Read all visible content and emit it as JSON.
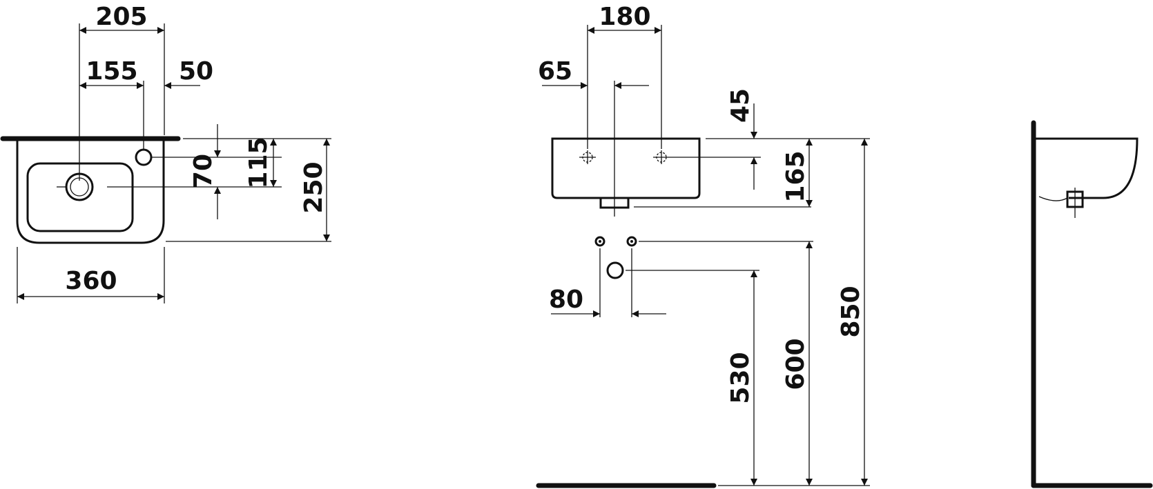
{
  "dimensions": {
    "top_width_205": "205",
    "tap_offset_155": "155",
    "edge_50": "50",
    "depth_70": "70",
    "depth_115": "115",
    "depth_250": "250",
    "width_360": "360",
    "holes_180": "180",
    "offset_65": "65",
    "height_45": "45",
    "height_165": "165",
    "offset_80": "80",
    "height_530": "530",
    "height_600": "600",
    "height_850": "850"
  },
  "colors": {
    "line": "#111111",
    "background": "#ffffff"
  }
}
